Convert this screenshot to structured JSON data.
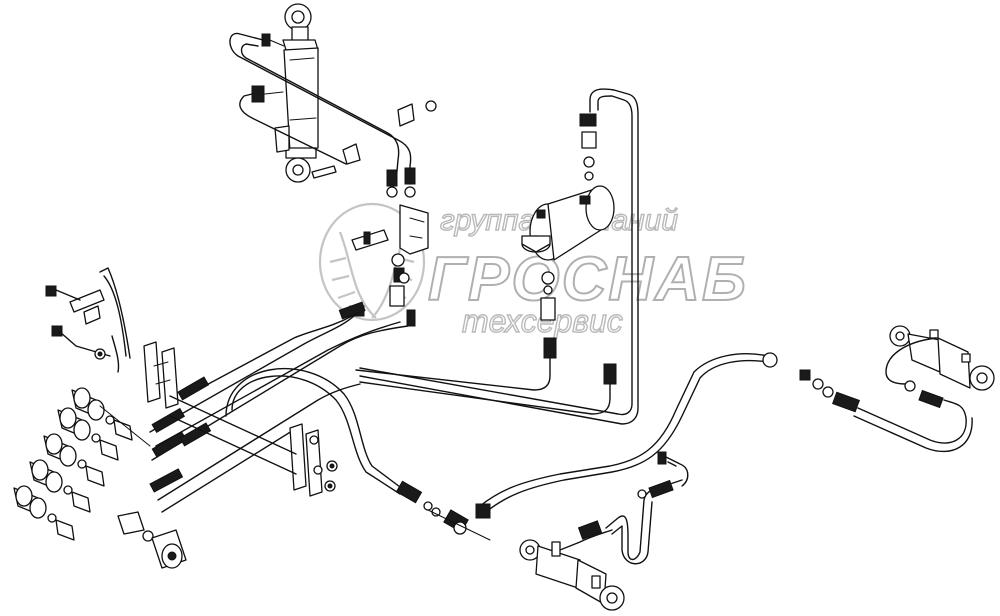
{
  "watermark": {
    "line1": "группа компаний",
    "line2": "ГРОСНАБ",
    "line3": "техсервис"
  },
  "drawing": {
    "subject": "hydraulic-lines-assembly",
    "line_color": "#111111",
    "watermark_color": "#b9b9b9"
  }
}
